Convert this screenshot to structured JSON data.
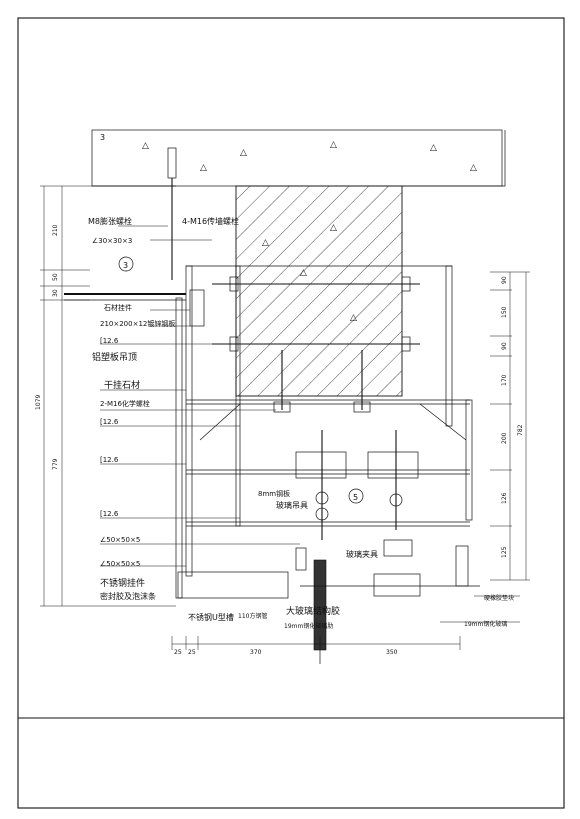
{
  "labels": {
    "m8_bolt": "M8膨张螺栓",
    "m16_through_bolt": "4-M16传墙螺栓",
    "angle_30": "∠30×30×3",
    "stone_hanger": "石材挂件",
    "steel_plate": "210×200×12镀锌钢板",
    "channel_top": "[12.6",
    "aluminum_ceiling": "铝塑板吊顶",
    "dry_hang_stone": "干挂石材",
    "m16_chemical_bolt": "2-M16化学螺栓",
    "channel_1": "[12.6",
    "channel_2": "[12.6",
    "steel_8mm": "8mm钢板",
    "glass_hanger": "玻璃吊具",
    "channel_3": "[12.6",
    "angle_50_a": "∠50×50×5",
    "angle_50_b": "∠50×50×5",
    "glass_clamp": "玻璃夹具",
    "stainless_hanger": "不锈钢挂件",
    "sealant": "密封胶及泡沫条",
    "stainless_groove": "不锈钢U型槽",
    "square_tube": "110方钢管",
    "structural_sealant": "大玻璃结构胶",
    "glass_fin": "19mm钢化玻璃肋",
    "hard_rubber": "硬橡胶垫块",
    "glass_19mm": "19mm钢化玻璃",
    "callout_3": "3",
    "callout_5": "5"
  },
  "dimensions": {
    "left_total": "1079",
    "left_779": "779",
    "left_210": "210",
    "left_50": "50",
    "left_30": "30",
    "right_782": "782",
    "right_90": "90",
    "right_150": "150",
    "right_90b": "90",
    "right_170": "170",
    "right_200": "200",
    "right_126": "126",
    "right_125": "125",
    "bottom_25a": "25",
    "bottom_25b": "25",
    "bottom_370": "370",
    "bottom_350": "350"
  }
}
